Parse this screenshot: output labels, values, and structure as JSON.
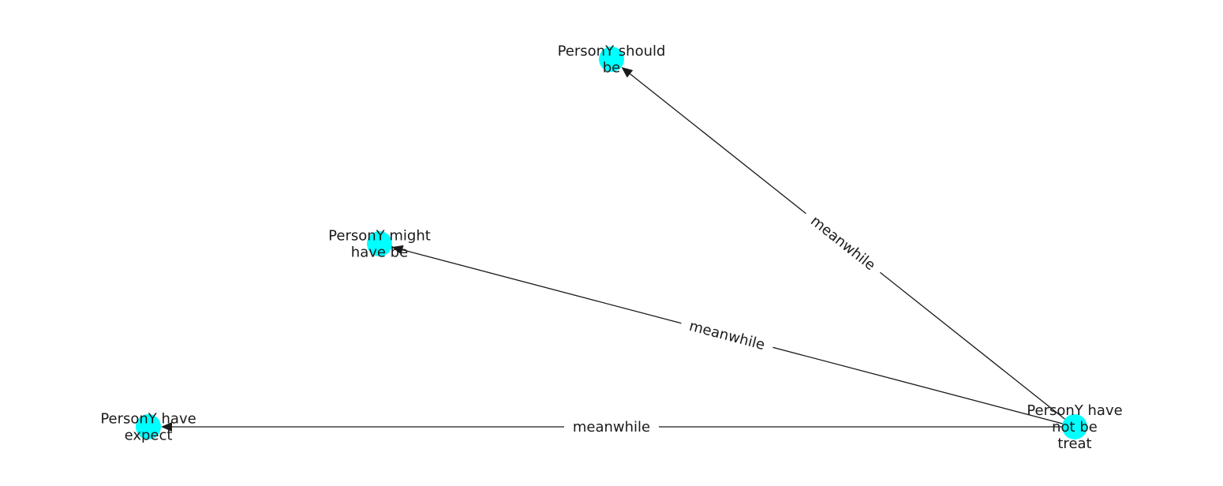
{
  "diagram": {
    "node_color": "#00ffff",
    "edge_color": "#1a1a1a",
    "nodes": [
      {
        "id": "n1",
        "label_lines": [
          "PersonY should",
          "be"
        ]
      },
      {
        "id": "n2",
        "label_lines": [
          "PersonY might",
          "have be"
        ]
      },
      {
        "id": "n3",
        "label_lines": [
          "PersonY have",
          "expect"
        ]
      },
      {
        "id": "n4",
        "label_lines": [
          "PersonY have",
          "not be",
          "treat"
        ]
      }
    ],
    "edges": [
      {
        "from": "n4",
        "to": "n1",
        "label": "meanwhile"
      },
      {
        "from": "n4",
        "to": "n2",
        "label": "meanwhile"
      },
      {
        "from": "n4",
        "to": "n3",
        "label": "meanwhile"
      }
    ]
  }
}
